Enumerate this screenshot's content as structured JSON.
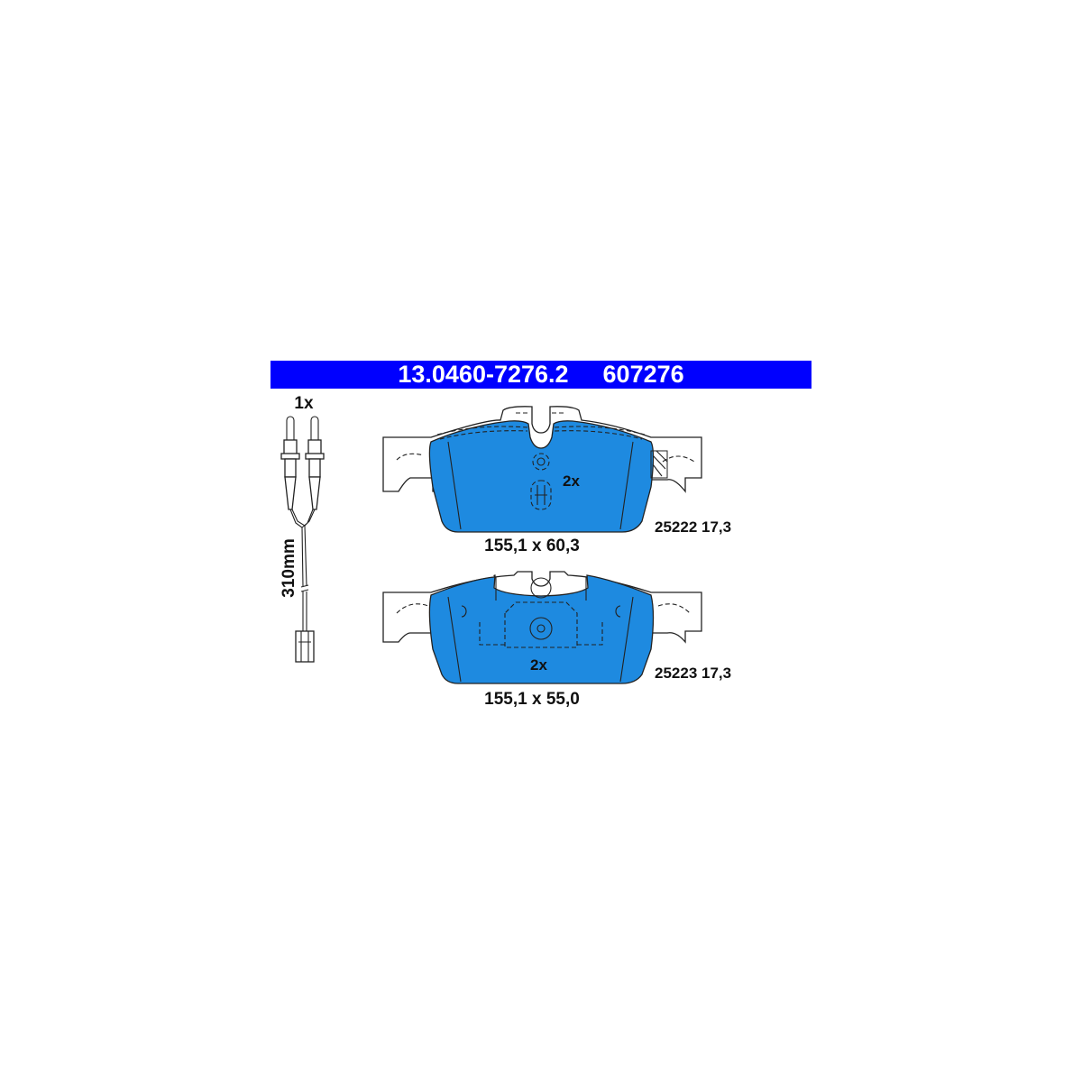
{
  "header": {
    "part_number": "13.0460-7276.2",
    "article_number": "607276"
  },
  "sensor": {
    "quantity": "1x",
    "length": "310mm"
  },
  "pads": [
    {
      "quantity": "2x",
      "code": "25222 17,3",
      "dimensions": "155,1 x 60,3"
    },
    {
      "quantity": "2x",
      "code": "25223 17,3",
      "dimensions": "155,1 x 55,0"
    }
  ],
  "colors": {
    "banner": "#0000ff",
    "friction": "#1e8ae0"
  }
}
